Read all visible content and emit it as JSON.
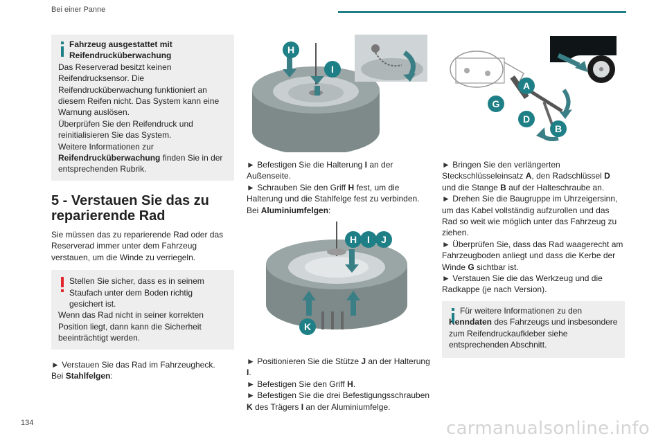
{
  "header": {
    "title": "Bei einer Panne"
  },
  "footer": {
    "page_number": "134",
    "watermark": "carmanualsonline.info"
  },
  "colors": {
    "accent": "#1f7f86",
    "note_bg": "#eeeeee",
    "callout": "#1f7f86",
    "warning": "#e3252d",
    "arrow": "#3b7f86"
  },
  "column1": {
    "note1": {
      "title": "Fahrzeug ausgestattet mit Reifendrucküberwachung",
      "line1": "Das Reserverad besitzt keinen Reifendrucksensor. Die Reifendrucküberwachung funktioniert an diesem Reifen nicht. Das System kann eine Warnung auslösen.",
      "line2": "Überprüfen Sie den Reifendruck und reinitialisieren Sie das System.",
      "line3": "Weitere Informationen zur",
      "line3_bold": "Reifendrucküberwachung",
      "line3_tail": " finden Sie in der entsprechenden Rubrik."
    },
    "section_heading": "5 - Verstauen Sie das zu reparierende Rad",
    "intro": "Sie müssen das zu reparierende Rad oder das Reserverad immer unter dem Fahrzeug verstauen, um die Winde zu verriegeln.",
    "warning": {
      "line1": "Stellen Sie sicher, dass es in seinem Staufach unter dem Boden richtig gesichert ist.",
      "line2": "Wenn das Rad nicht in seiner korrekten Position liegt, dann kann die Sicherheit beeinträchtigt werden."
    },
    "step1": "Verstauen Sie das Rad im Fahrzeugheck.",
    "steel_label": "Bei ",
    "steel_bold": "Stahlfelgen",
    "steel_colon": ":"
  },
  "column2": {
    "callouts_top": {
      "h": "H",
      "i": "I"
    },
    "steps_a": [
      {
        "pre": "Befestigen Sie die Halterung ",
        "bold": "I",
        "post": " an der Außenseite."
      },
      {
        "pre": "Schrauben Sie den Griff ",
        "bold": "H",
        "post": " fest, um die Halterung und die Stahlfelge fest zu verbinden."
      }
    ],
    "alu_label": "Bei ",
    "alu_bold": "Aluminiumfelgen",
    "alu_colon": ":",
    "callouts_bottom": {
      "h": "H",
      "i": "I",
      "j": "J",
      "k": "K"
    },
    "steps_b": [
      {
        "pre": "Positionieren Sie die Stütze ",
        "bold": "J",
        "mid": " an der Halterung ",
        "bold2": "I",
        "post": "."
      },
      {
        "pre": "Befestigen Sie den Griff ",
        "bold": "H",
        "mid": "",
        "bold2": "",
        "post": "."
      },
      {
        "pre": "Befestigen Sie die drei Befestigungsschrauben ",
        "bold": "K",
        "mid": " des Trägers ",
        "bold2": "I",
        "post": " an der Aluminiumfelge."
      }
    ]
  },
  "column3": {
    "callouts": {
      "a": "A",
      "b": "B",
      "d": "D",
      "g": "G"
    },
    "step1": {
      "pre": "Bringen Sie den verlängerten Steckschlüsseleinsatz ",
      "b1": "A",
      "m1": ", den Radschlüssel ",
      "b2": "D",
      "m2": " und die Stange ",
      "b3": "B",
      "post": " auf der Halteschraube an."
    },
    "step2": "Drehen Sie die Baugruppe im Uhrzeigersinn, um das Kabel vollständig aufzurollen und das Rad so weit wie möglich unter das Fahrzeug zu ziehen.",
    "step3": {
      "pre": "Überprüfen Sie, dass das Rad waagerecht am Fahrzeugboden anliegt und dass die Kerbe der Winde ",
      "bold": "G",
      "post": " sichtbar ist."
    },
    "step4": "Verstauen Sie die das Werkzeug und die Radkappe (je nach Version).",
    "note": {
      "pre": "Für weitere Informationen zu den ",
      "bold": "Kenndaten",
      "post": " des Fahrzeugs und insbesondere zum Reifendruckaufkleber siehe entsprechenden Abschnitt."
    }
  },
  "bullet": "►"
}
